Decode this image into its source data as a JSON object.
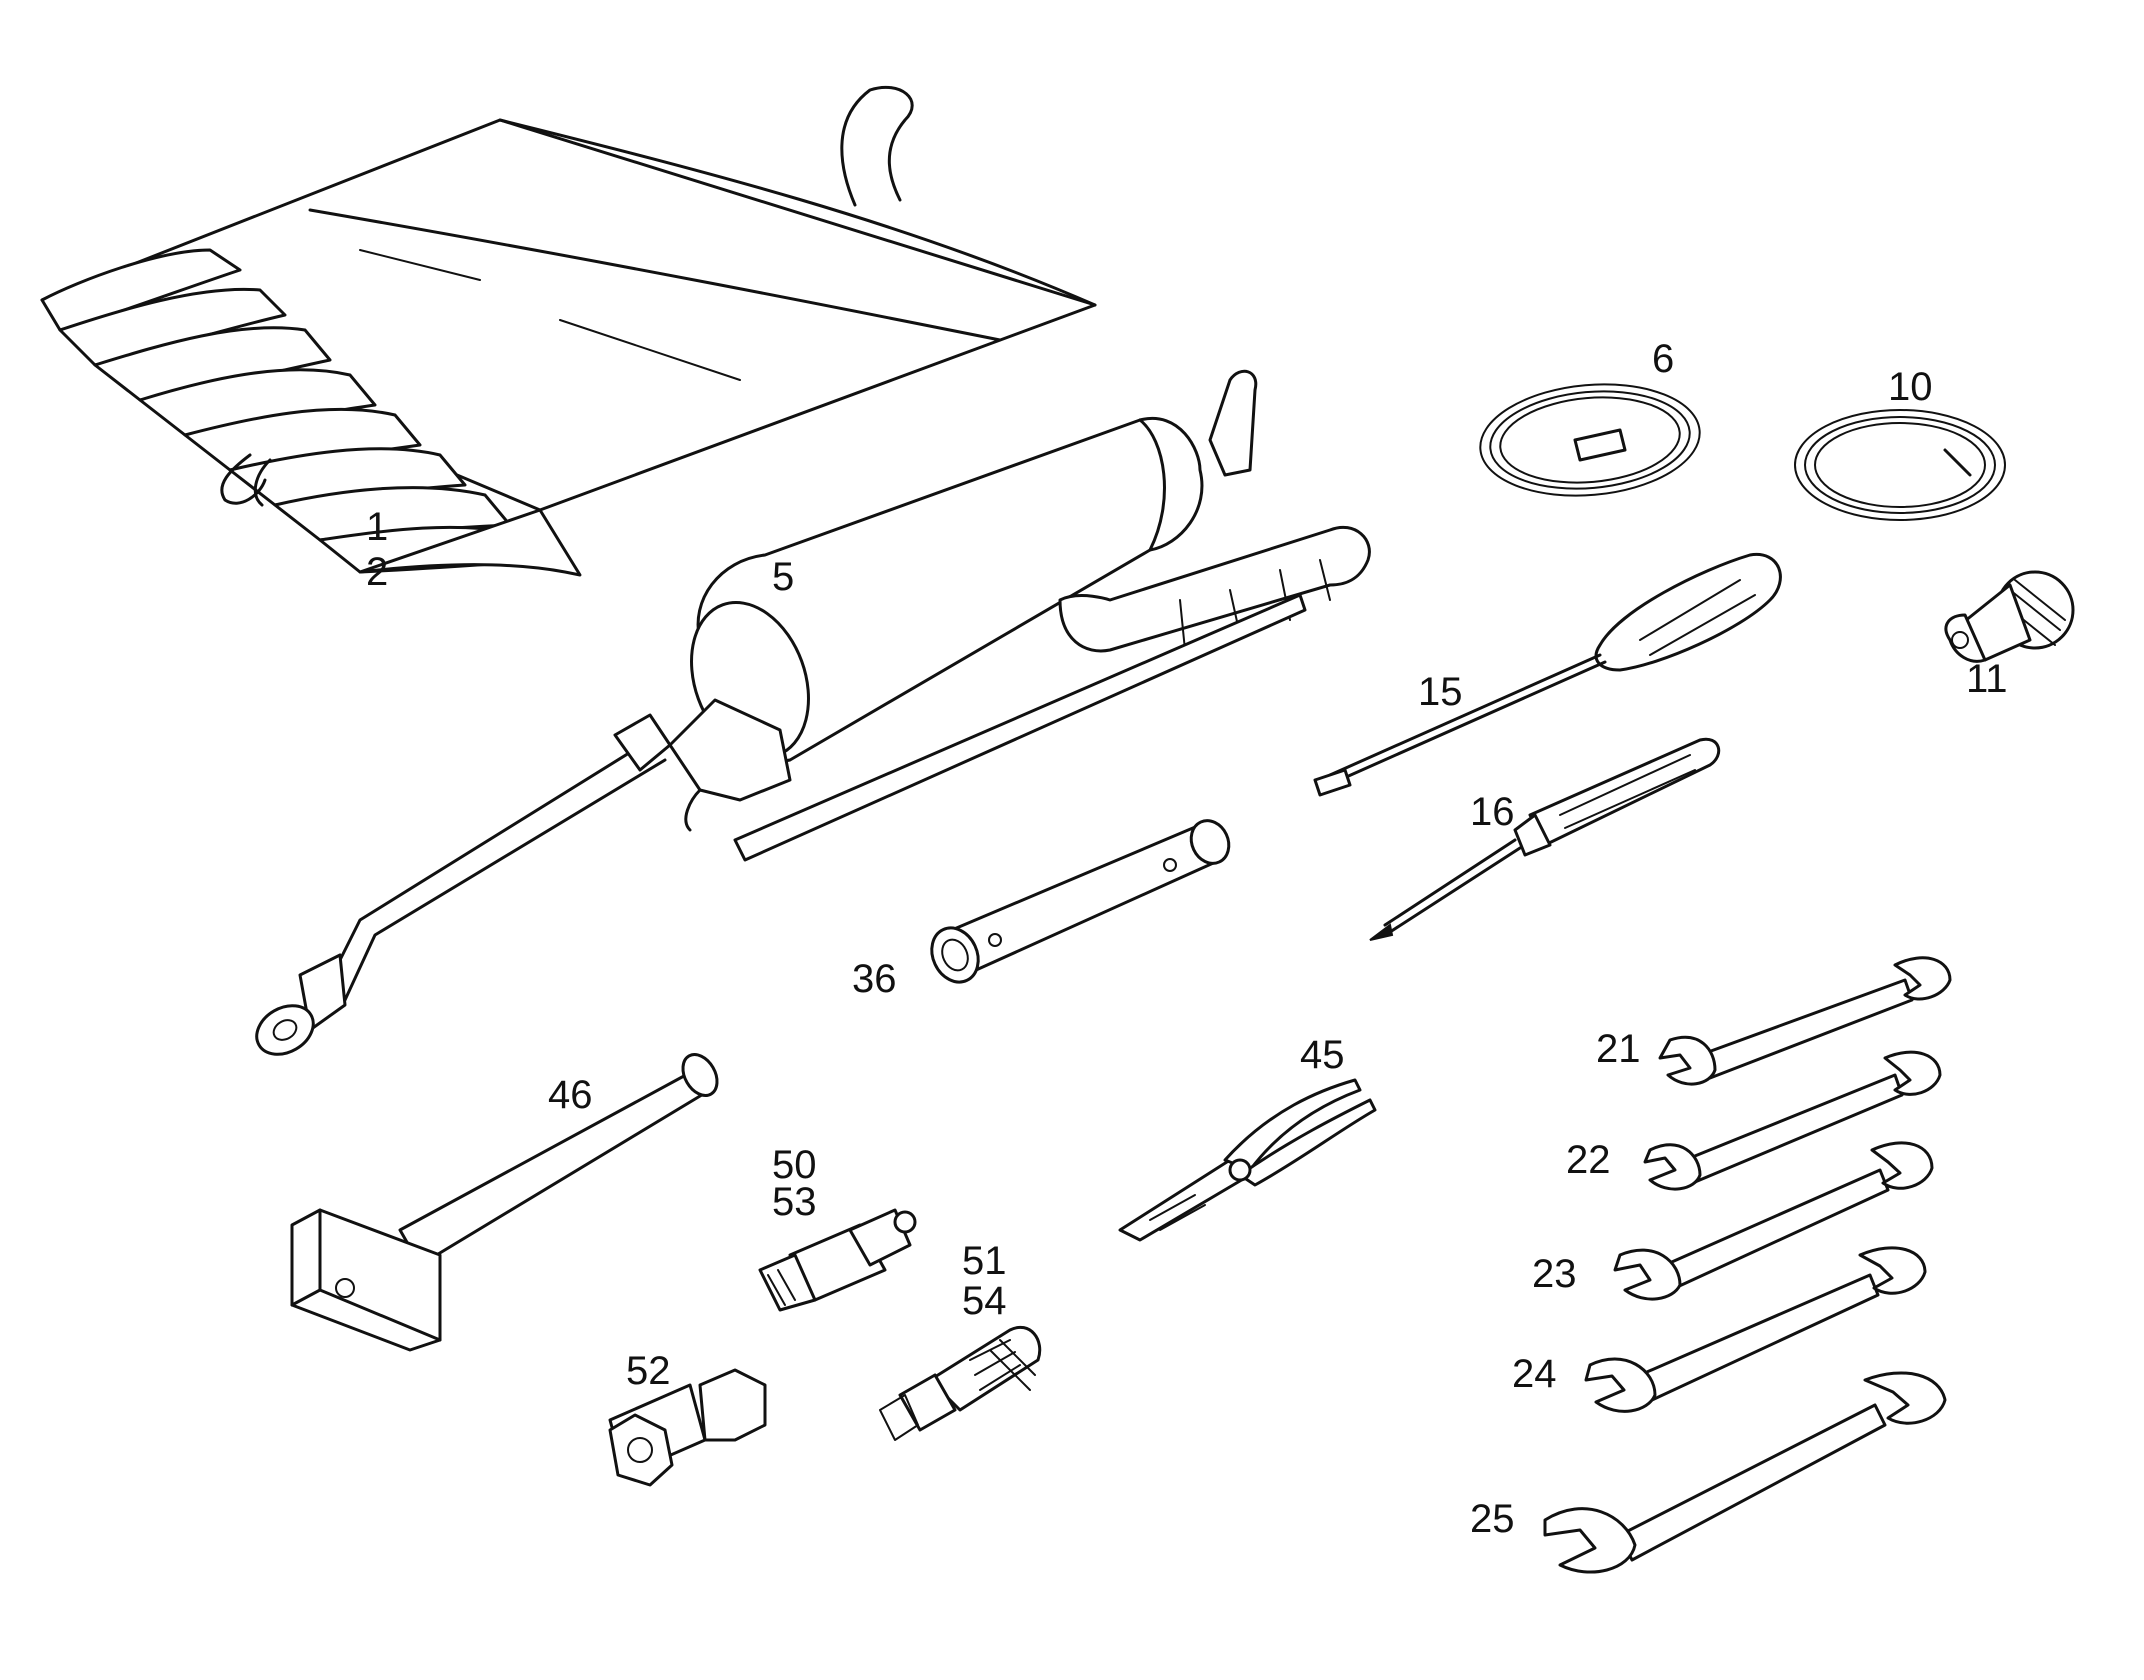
{
  "labels": {
    "l1": "1",
    "l2": "2",
    "l5": "5",
    "l6": "6",
    "l10": "10",
    "l11": "11",
    "l15": "15",
    "l16": "16",
    "l21": "21",
    "l22": "22",
    "l23": "23",
    "l24": "24",
    "l25": "25",
    "l36": "36",
    "l45": "45",
    "l46": "46",
    "l50": "50",
    "l51": "51",
    "l52": "52",
    "l53": "53",
    "l54": "54"
  }
}
